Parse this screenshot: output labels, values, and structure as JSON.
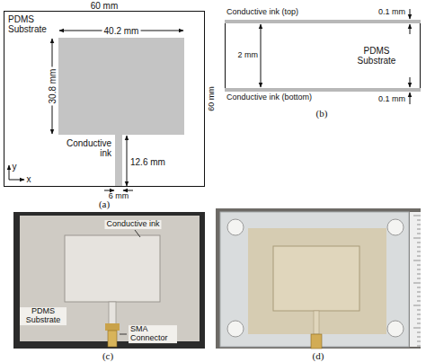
{
  "diagram": {
    "nodes": [
      {
        "text": [
          "PDMS Substrate"
        ]
      },
      {
        "text": [
          "PDMS Substrate"
        ]
      }
    ],
    "labels": [
      "60 mm",
      "40.2 mm",
      "30.8 mm",
      "Conductive ink",
      "12.6 mm",
      "6 mm",
      "60 mm",
      "y",
      "x",
      "(a)",
      "Conductive ink (top)",
      "0.1 mm",
      "2 mm",
      "Conductive ink (bottom)",
      "0.1 mm",
      "(b)",
      "Conductive ink",
      "PDMS Substrate",
      "SMA Connector",
      "(c)",
      "(d)"
    ]
  }
}
